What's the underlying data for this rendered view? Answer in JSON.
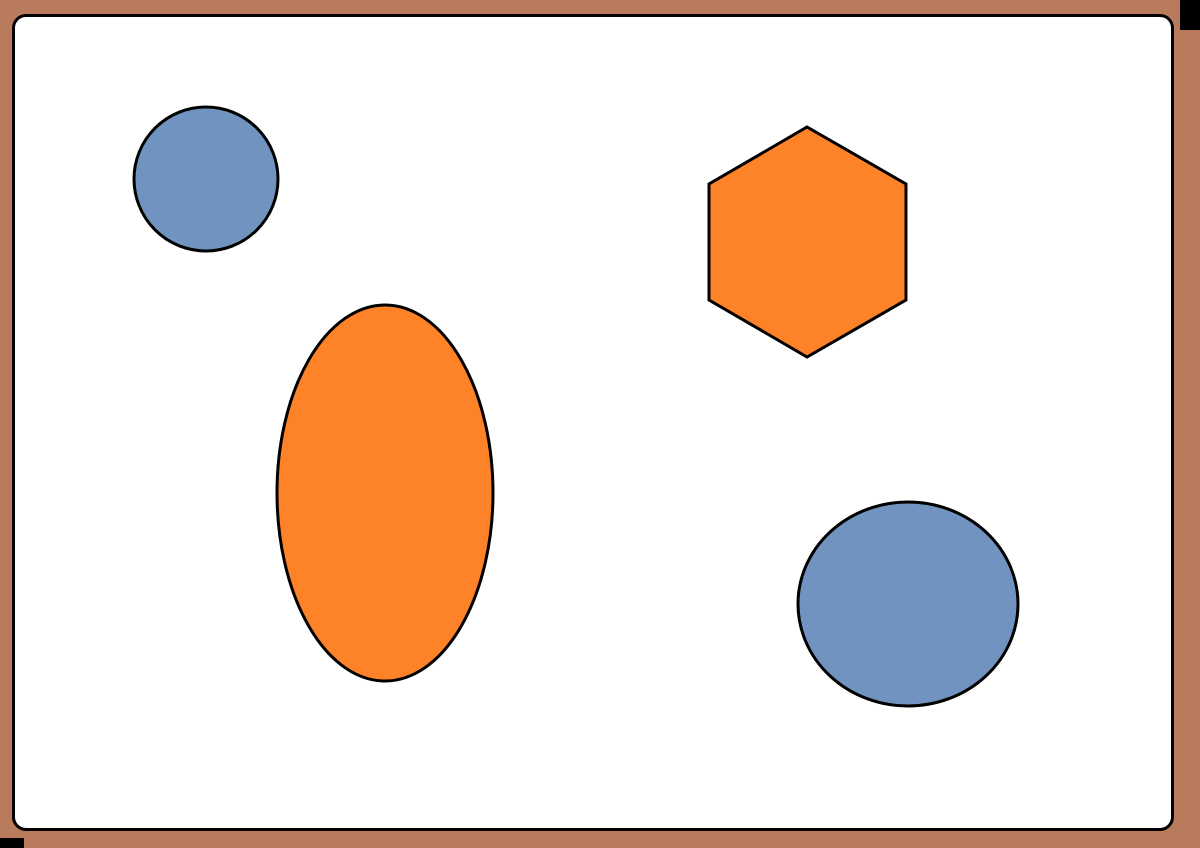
{
  "colors": {
    "frame": "#b87b5c",
    "canvas": "#ffffff",
    "outline": "#000000",
    "blue": "#7094bf",
    "orange": "#fe8227"
  },
  "shapes": [
    {
      "kind": "circle",
      "name": "blue-circle-small",
      "fill": "blue"
    },
    {
      "kind": "hexagon",
      "name": "orange-hexagon",
      "fill": "orange"
    },
    {
      "kind": "ellipse",
      "name": "orange-ellipse-tall",
      "fill": "orange"
    },
    {
      "kind": "ellipse",
      "name": "blue-ellipse-wide",
      "fill": "blue"
    }
  ]
}
